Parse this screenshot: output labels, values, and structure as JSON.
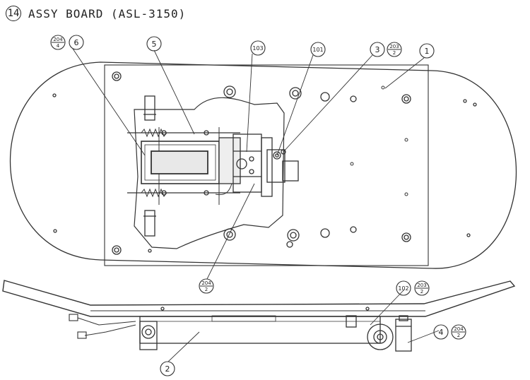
{
  "title": {
    "number": "14",
    "text": "ASSY BOARD (ASL-3150)"
  },
  "callouts": {
    "c6": "6",
    "c6_frac": {
      "top": "204",
      "bottom": "4"
    },
    "c5": "5",
    "c103": "103",
    "c101": "101",
    "c3": "3",
    "c3_frac": {
      "top": "203",
      "bottom": "2"
    },
    "c1": "1",
    "c204_frac": {
      "top": "204",
      "bottom": "2"
    },
    "c102": "102",
    "c102_frac": {
      "top": "203",
      "bottom": "2"
    },
    "c4": "4",
    "c4_frac": {
      "top": "204",
      "bottom": "2"
    },
    "c2": "2"
  }
}
